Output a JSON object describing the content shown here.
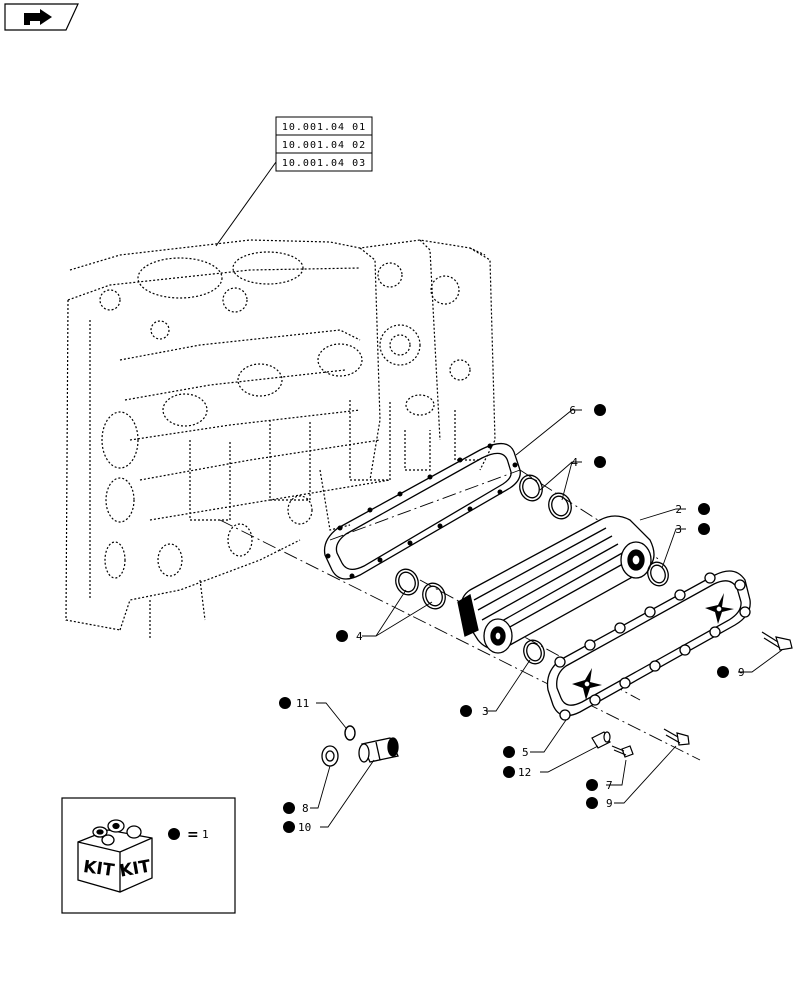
{
  "nav": {
    "icon": "next-page-arrow-icon"
  },
  "references": [
    "10.001.04 01",
    "10.001.04 02",
    "10.001.04 03"
  ],
  "callouts": {
    "c6": "6",
    "c4a": "4",
    "c2": "2",
    "c3a": "3",
    "c4b": "4",
    "c9a": "9",
    "c3b": "3",
    "c11": "11",
    "c5": "5",
    "c12": "12",
    "c7": "7",
    "c9b": "9",
    "c8": "8",
    "c10": "10"
  },
  "legend": {
    "kit_word": "KIT",
    "equals": "=",
    "value": "1"
  },
  "colors": {
    "line": "#000000",
    "background": "#ffffff"
  }
}
